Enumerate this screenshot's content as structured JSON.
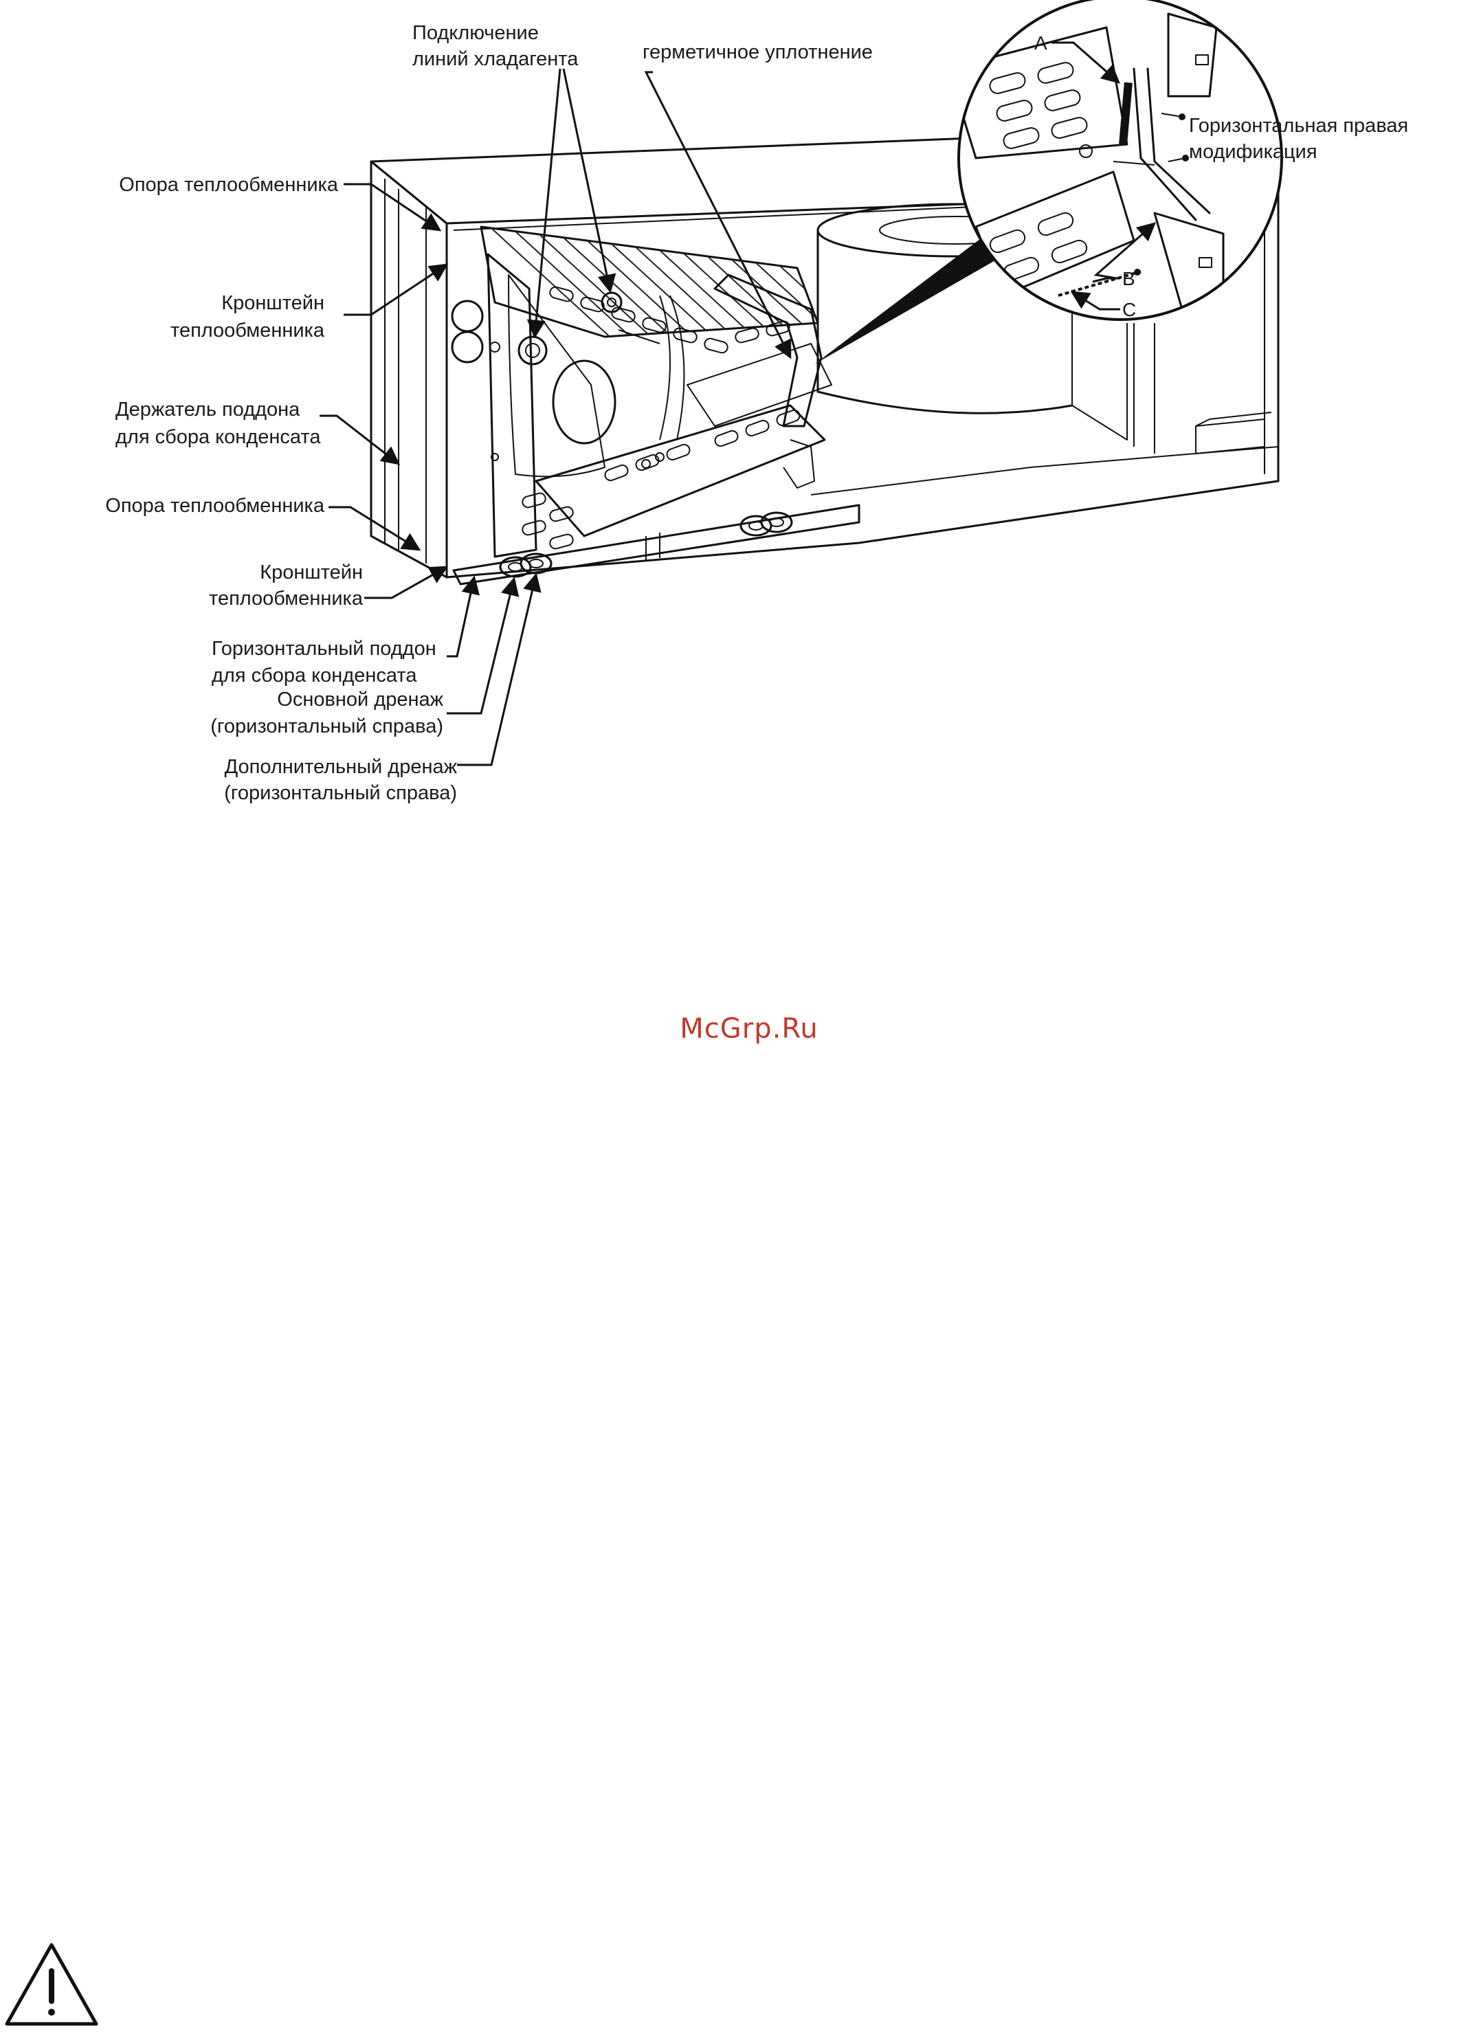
{
  "labels": {
    "refrigerant_lines_1": "Подключение",
    "refrigerant_lines_2": "линий хладагента",
    "seal": "герметичное уплотнение",
    "coil_support_top": "Опора теплообменника",
    "coil_bracket_top_1": "Кронштейн",
    "coil_bracket_top_2": "теплообменника",
    "pan_holder_1": "Держатель поддона",
    "pan_holder_2": "для сбора конденсата",
    "coil_support_bottom": "Опора теплообменника",
    "coil_bracket_bottom_1": "Кронштейн",
    "coil_bracket_bottom_2": "теплообменника",
    "horizontal_pan_1": "Горизонтальный поддон",
    "horizontal_pan_2": "для сбора конденсата",
    "primary_drain_1": "Основной дренаж",
    "primary_drain_2": "(горизонтальный справа)",
    "secondary_drain_1": "Дополнительный дренаж",
    "secondary_drain_2": "(горизонтальный справа)",
    "modification_1": "Горизонтальная правая",
    "modification_2": "модификация",
    "letter_a": "A",
    "letter_b": "B",
    "letter_c": "C"
  },
  "watermark": "McGrp.Ru",
  "icons": {
    "warning": "warning-triangle-icon"
  },
  "colors": {
    "line": "#111111",
    "watermark": "#c0392b",
    "background": "#ffffff"
  }
}
